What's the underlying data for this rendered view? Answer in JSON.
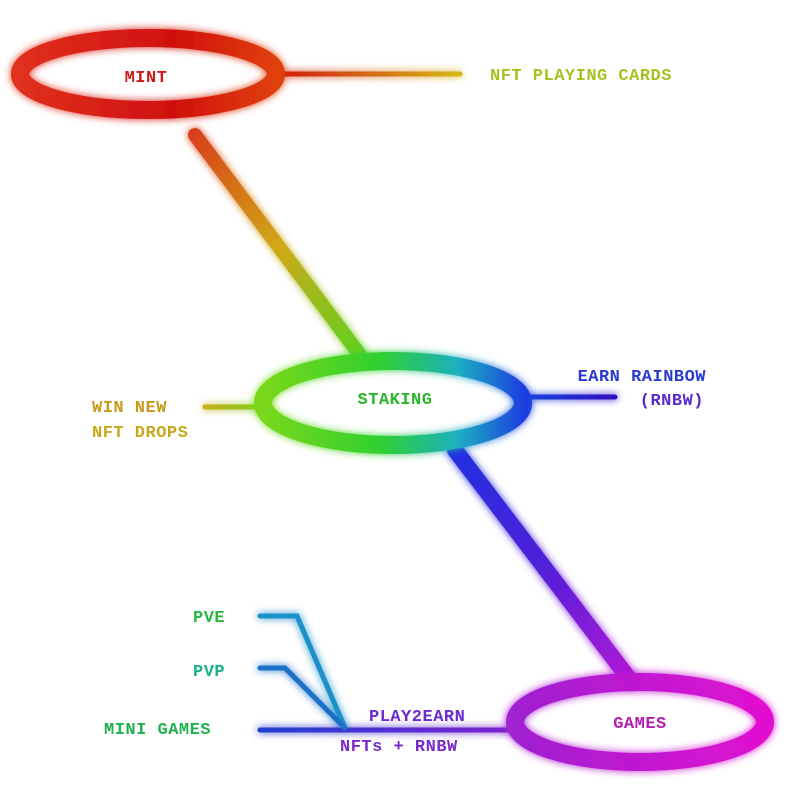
{
  "nodes": {
    "mint": {
      "label": "MINT",
      "color": "#cc1a1a"
    },
    "staking": {
      "label": "STAKING",
      "color": "#2bb52b"
    },
    "games": {
      "label": "GAMES",
      "color": "#b21cb2"
    }
  },
  "branches": {
    "nft_playing_cards": "NFT PLAYING CARDS",
    "earn_rainbow_line1": "EARN RAINBOW",
    "earn_rainbow_line2": "(RNBW)",
    "win_new_line1": "WIN NEW",
    "win_new_line2": "NFT DROPS",
    "pve": "PVE",
    "pvp": "PVP",
    "mini_games": "MINI GAMES",
    "play2earn_line1": "PLAY2EARN",
    "play2earn_line2": "NFTs + RNBW"
  },
  "colors": {
    "red": "#d21a10",
    "orange": "#d86a10",
    "yellow": "#c8b81a",
    "green": "#3ecf2a",
    "blue": "#1a3ad8",
    "violet": "#7a1ad8",
    "magenta": "#cc18cc",
    "teal": "#1ab0a0"
  }
}
